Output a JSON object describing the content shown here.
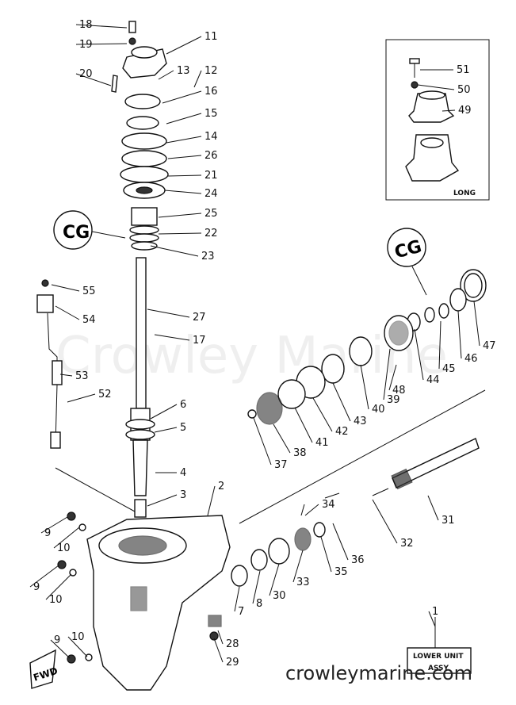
{
  "watermark": "Crowley Marine",
  "site_url": "crowleymarine.com",
  "inset": {
    "label": "LONG"
  },
  "tag": {
    "line1": "LOWER UNIT",
    "line2": "ASSY"
  },
  "fwd_label": "FWD",
  "badges": {
    "left": "CG",
    "right": "CG"
  },
  "parts": [
    {
      "id": "18",
      "label": "18"
    },
    {
      "id": "19",
      "label": "19"
    },
    {
      "id": "11",
      "label": "11"
    },
    {
      "id": "20",
      "label": "20"
    },
    {
      "id": "13",
      "label": "13"
    },
    {
      "id": "12",
      "label": "12"
    },
    {
      "id": "16",
      "label": "16"
    },
    {
      "id": "15",
      "label": "15"
    },
    {
      "id": "14",
      "label": "14"
    },
    {
      "id": "26",
      "label": "26"
    },
    {
      "id": "21",
      "label": "21"
    },
    {
      "id": "24",
      "label": "24"
    },
    {
      "id": "25",
      "label": "25"
    },
    {
      "id": "22",
      "label": "22"
    },
    {
      "id": "23",
      "label": "23"
    },
    {
      "id": "55",
      "label": "55"
    },
    {
      "id": "54",
      "label": "54"
    },
    {
      "id": "27",
      "label": "27"
    },
    {
      "id": "17",
      "label": "17"
    },
    {
      "id": "53",
      "label": "53"
    },
    {
      "id": "52",
      "label": "52"
    },
    {
      "id": "6",
      "label": "6"
    },
    {
      "id": "5",
      "label": "5"
    },
    {
      "id": "4",
      "label": "4"
    },
    {
      "id": "3",
      "label": "3"
    },
    {
      "id": "2",
      "label": "2"
    },
    {
      "id": "9a",
      "label": "9"
    },
    {
      "id": "10a",
      "label": "10"
    },
    {
      "id": "9b",
      "label": "9"
    },
    {
      "id": "10b",
      "label": "10"
    },
    {
      "id": "9c",
      "label": "9"
    },
    {
      "id": "10c",
      "label": "10"
    },
    {
      "id": "51",
      "label": "51"
    },
    {
      "id": "50",
      "label": "50"
    },
    {
      "id": "49",
      "label": "49"
    },
    {
      "id": "47",
      "label": "47"
    },
    {
      "id": "46",
      "label": "46"
    },
    {
      "id": "45",
      "label": "45"
    },
    {
      "id": "44",
      "label": "44"
    },
    {
      "id": "48",
      "label": "48"
    },
    {
      "id": "39",
      "label": "39"
    },
    {
      "id": "40",
      "label": "40"
    },
    {
      "id": "43",
      "label": "43"
    },
    {
      "id": "42",
      "label": "42"
    },
    {
      "id": "41",
      "label": "41"
    },
    {
      "id": "38",
      "label": "38"
    },
    {
      "id": "37",
      "label": "37"
    },
    {
      "id": "34",
      "label": "34"
    },
    {
      "id": "31",
      "label": "31"
    },
    {
      "id": "32",
      "label": "32"
    },
    {
      "id": "36",
      "label": "36"
    },
    {
      "id": "35",
      "label": "35"
    },
    {
      "id": "33",
      "label": "33"
    },
    {
      "id": "30",
      "label": "30"
    },
    {
      "id": "8",
      "label": "8"
    },
    {
      "id": "7",
      "label": "7"
    },
    {
      "id": "28",
      "label": "28"
    },
    {
      "id": "29",
      "label": "29"
    },
    {
      "id": "1",
      "label": "1"
    }
  ]
}
